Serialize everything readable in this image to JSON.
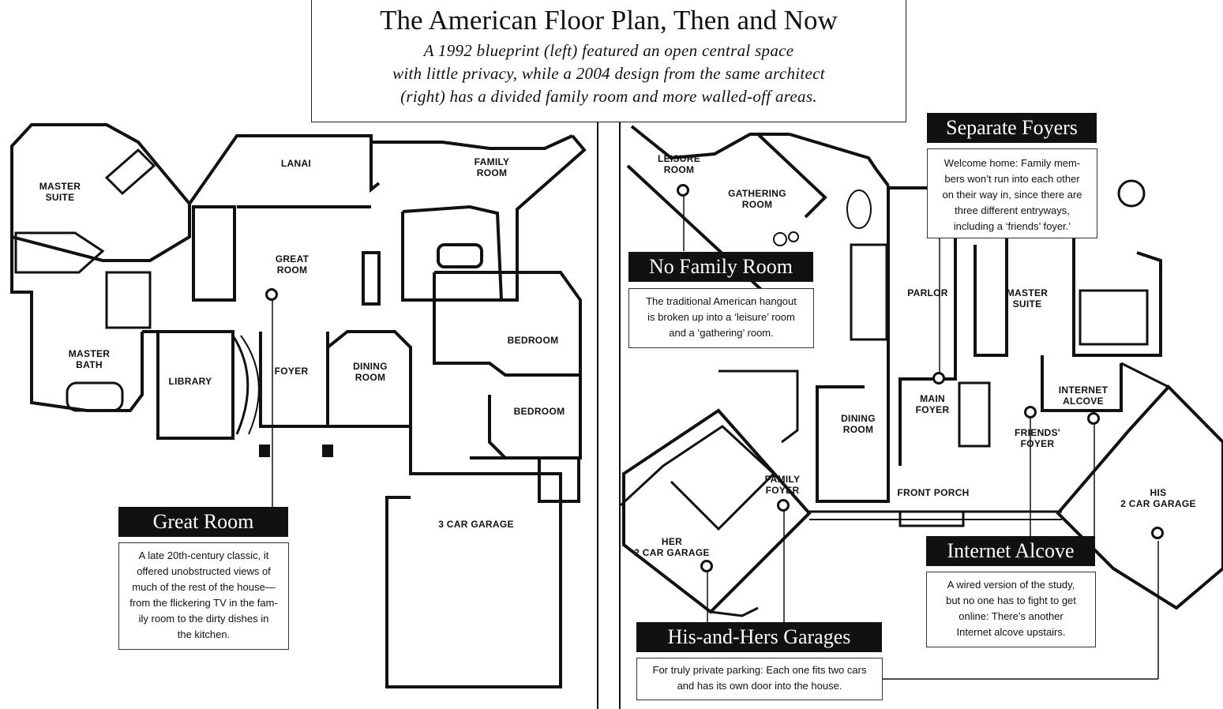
{
  "header": {
    "title": "The American Floor Plan, Then and Now",
    "subtitle": "A 1992 blueprint (left) featured an open central space\nwith little privacy, while a 2004 design from the same architect\n(right) has a divided family room and more walled-off areas."
  },
  "plan_1992": {
    "rooms": {
      "master_suite": "MASTER\nSUITE",
      "lanai": "LANAI",
      "family_room": "FAMILY\nROOM",
      "great_room": "GREAT\nROOM",
      "master_bath": "MASTER\nBATH",
      "library": "LIBRARY",
      "foyer": "FOYER",
      "dining_room": "DINING\nROOM",
      "bedroom_1": "BEDROOM",
      "bedroom_2": "BEDROOM",
      "garage": "3 CAR GARAGE"
    }
  },
  "plan_2004": {
    "rooms": {
      "leisure_room": "LEISURE\nROOM",
      "gathering_room": "GATHERING\nROOM",
      "parlor": "PARLOR",
      "master_suite": "MASTER\nSUITE",
      "main_foyer": "MAIN\nFOYER",
      "internet_alcove": "INTERNET\nALCOVE",
      "friends_foyer": "FRIENDS'\nFOYER",
      "dining_room": "DINING\nROOM",
      "family_foyer": "FAMILY\nFOYER",
      "front_porch": "FRONT PORCH",
      "his_garage": "HIS\n2 CAR GARAGE",
      "her_garage": "HER\n2 CAR GARAGE"
    }
  },
  "callouts": {
    "great_room": {
      "title": "Great Room",
      "text": "A late 20th-century classic, it\noffered unobstructed views of\nmuch of the rest of the house—\nfrom the flickering TV in the fam-\nily room to the dirty dishes in\nthe kitchen."
    },
    "no_family_room": {
      "title": "No Family Room",
      "text": "The traditional American hangout\nis broken up into a ‘leisure’ room\nand a ‘gathering’ room."
    },
    "separate_foyers": {
      "title": "Separate Foyers",
      "text": "Welcome home: Family mem-\nbers won’t run into each other\non their way in, since there are\nthree different entryways,\nincluding a ‘friends’ foyer.’"
    },
    "internet_alcove": {
      "title": "Internet Alcove",
      "text": "A wired version of the study,\nbut no one has to fight to get\nonline: There’s another\nInternet alcove upstairs."
    },
    "garages": {
      "title": "His-and-Hers Garages",
      "text": "For truly private parking: Each one fits two cars\nand has its own door into the house."
    }
  }
}
